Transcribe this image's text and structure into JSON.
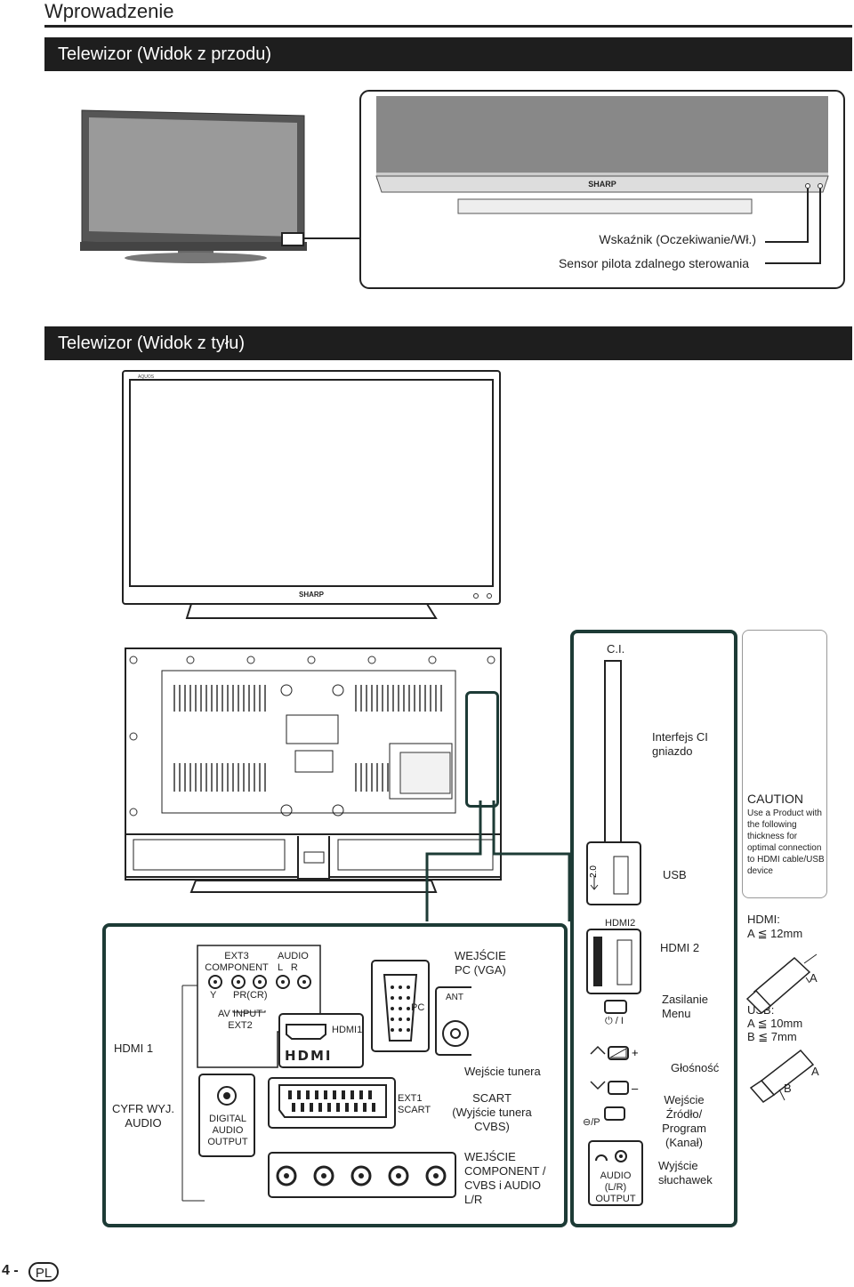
{
  "page": {
    "title": "Wprowadzenie",
    "number": "4 -",
    "lang_badge": "PL"
  },
  "front": {
    "header": "Telewizor (Widok z przodu)",
    "brand": "SHARP",
    "indicator_label": "Wskaźnik (Oczekiwanie/Wł.)",
    "sensor_label": "Sensor pilota zdalnego sterowania"
  },
  "back": {
    "header": "Telewizor (Widok z tyłu)",
    "brand": "SHARP",
    "model_tag": "AQUOS"
  },
  "side_panel": {
    "ci_label": "C.I.",
    "ci_interface": "Interfejs CI gniazdo",
    "usb_label": "USB",
    "usb_port_text": "2.0",
    "hdmi2_port": "HDMI2",
    "hdmi2_label": "HDMI 2",
    "power_label": "Zasilanie Menu",
    "power_symbol": "⏻ / I",
    "volume_label": "Głośność",
    "source_label": "Wejście Źródło/ Program (Kanał)",
    "source_symbol": "⊖/P",
    "headphone_label": "Wyjście słuchawek",
    "audio_output": "AUDIO (L/R) OUTPUT"
  },
  "caution": {
    "title": "CAUTION",
    "text": "Use a Product with the following thickness for optimal connection to HDMI cable/USB device",
    "hdmi_head": "HDMI:",
    "hdmi_spec": "A ≦ 12mm",
    "usb_head": "USB:",
    "usb_spec_a": "A ≦ 10mm",
    "usb_spec_b": "B ≦ 7mm",
    "letter_a": "A",
    "letter_b": "B"
  },
  "bottom_panel": {
    "hdmi1_label": "HDMI 1",
    "cyfr_label": "CYFR WYJ. AUDIO",
    "ext3": "EXT3 COMPONENT",
    "audio_lr": "AUDIO L   R",
    "y_label": "Y",
    "pr_label": "PR(CR)",
    "av_input": "AV INPUT EXT2",
    "hdmi1_port": "HDMI1",
    "hdmi_logo": "HDMI",
    "pc_port": "PC",
    "ant_port": "ANT",
    "vga_label": "WEJŚCIE PC (VGA)",
    "tuner_label": "Wejście tunera",
    "digital_audio": "DIGITAL AUDIO OUTPUT",
    "ext1": "EXT1 SCART",
    "scart_label": "SCART (Wyjście tunera CVBS)",
    "component_label": "WEJŚCIE COMPONENT / CVBS i AUDIO L/R"
  }
}
